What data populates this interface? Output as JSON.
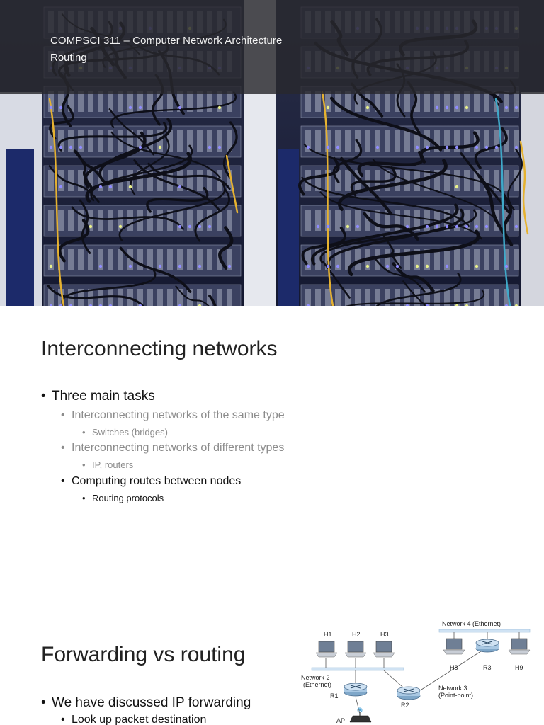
{
  "slide1": {
    "course_title": "COMPSCI 311 – Computer Network Architecture",
    "lecture_title": "Routing"
  },
  "slide2": {
    "heading": "Interconnecting networks",
    "bullets": {
      "main": "Three main tasks",
      "task1": "Interconnecting networks of the same type",
      "task1_sub": "Switches (bridges)",
      "task2": "Interconnecting networks of different types",
      "task2_sub": "IP, routers",
      "task3": "Computing routes between nodes",
      "task3_sub": "Routing protocols"
    }
  },
  "slide3": {
    "heading": "Forwarding vs routing",
    "bullet1": "We have discussed IP forwarding",
    "bullet2": "Look up packet destination",
    "diagram": {
      "hosts": [
        "H1",
        "H2",
        "H3",
        "H8",
        "H9"
      ],
      "routers": [
        "R1",
        "R2",
        "R3"
      ],
      "network2": [
        "Network 2",
        "(Ethernet)"
      ],
      "network3": [
        "Network 3",
        "(Point-point)"
      ],
      "network4": "Network 4 (Ethernet)",
      "ap": "AP"
    }
  }
}
